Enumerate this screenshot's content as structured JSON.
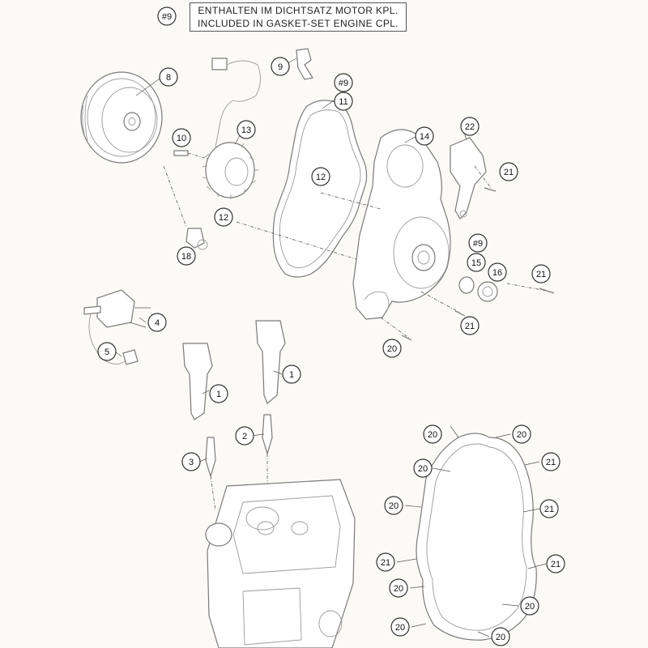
{
  "note": {
    "ref": "#9",
    "line1": "ENTHALTEN IM DICHTSATZ MOTOR KPL.",
    "line2": "INCLUDED IN GASKET-SET ENGINE CPL."
  },
  "callouts": [
    {
      "label": "#9"
    },
    {
      "label": "8"
    },
    {
      "label": "9"
    },
    {
      "label": "#9"
    },
    {
      "label": "11"
    },
    {
      "label": "10"
    },
    {
      "label": "13"
    },
    {
      "label": "14"
    },
    {
      "label": "22"
    },
    {
      "label": "12"
    },
    {
      "label": "21"
    },
    {
      "label": "12"
    },
    {
      "label": "18"
    },
    {
      "label": "#9"
    },
    {
      "label": "15"
    },
    {
      "label": "16"
    },
    {
      "label": "21"
    },
    {
      "label": "4"
    },
    {
      "label": "21"
    },
    {
      "label": "5"
    },
    {
      "label": "20"
    },
    {
      "label": "1"
    },
    {
      "label": "1"
    },
    {
      "label": "2"
    },
    {
      "label": "3"
    },
    {
      "label": "20"
    },
    {
      "label": "20"
    },
    {
      "label": "20"
    },
    {
      "label": "21"
    },
    {
      "label": "20"
    },
    {
      "label": "21"
    },
    {
      "label": "21"
    },
    {
      "label": "21"
    },
    {
      "label": "20"
    },
    {
      "label": "20"
    },
    {
      "label": "20"
    },
    {
      "label": "20"
    }
  ]
}
